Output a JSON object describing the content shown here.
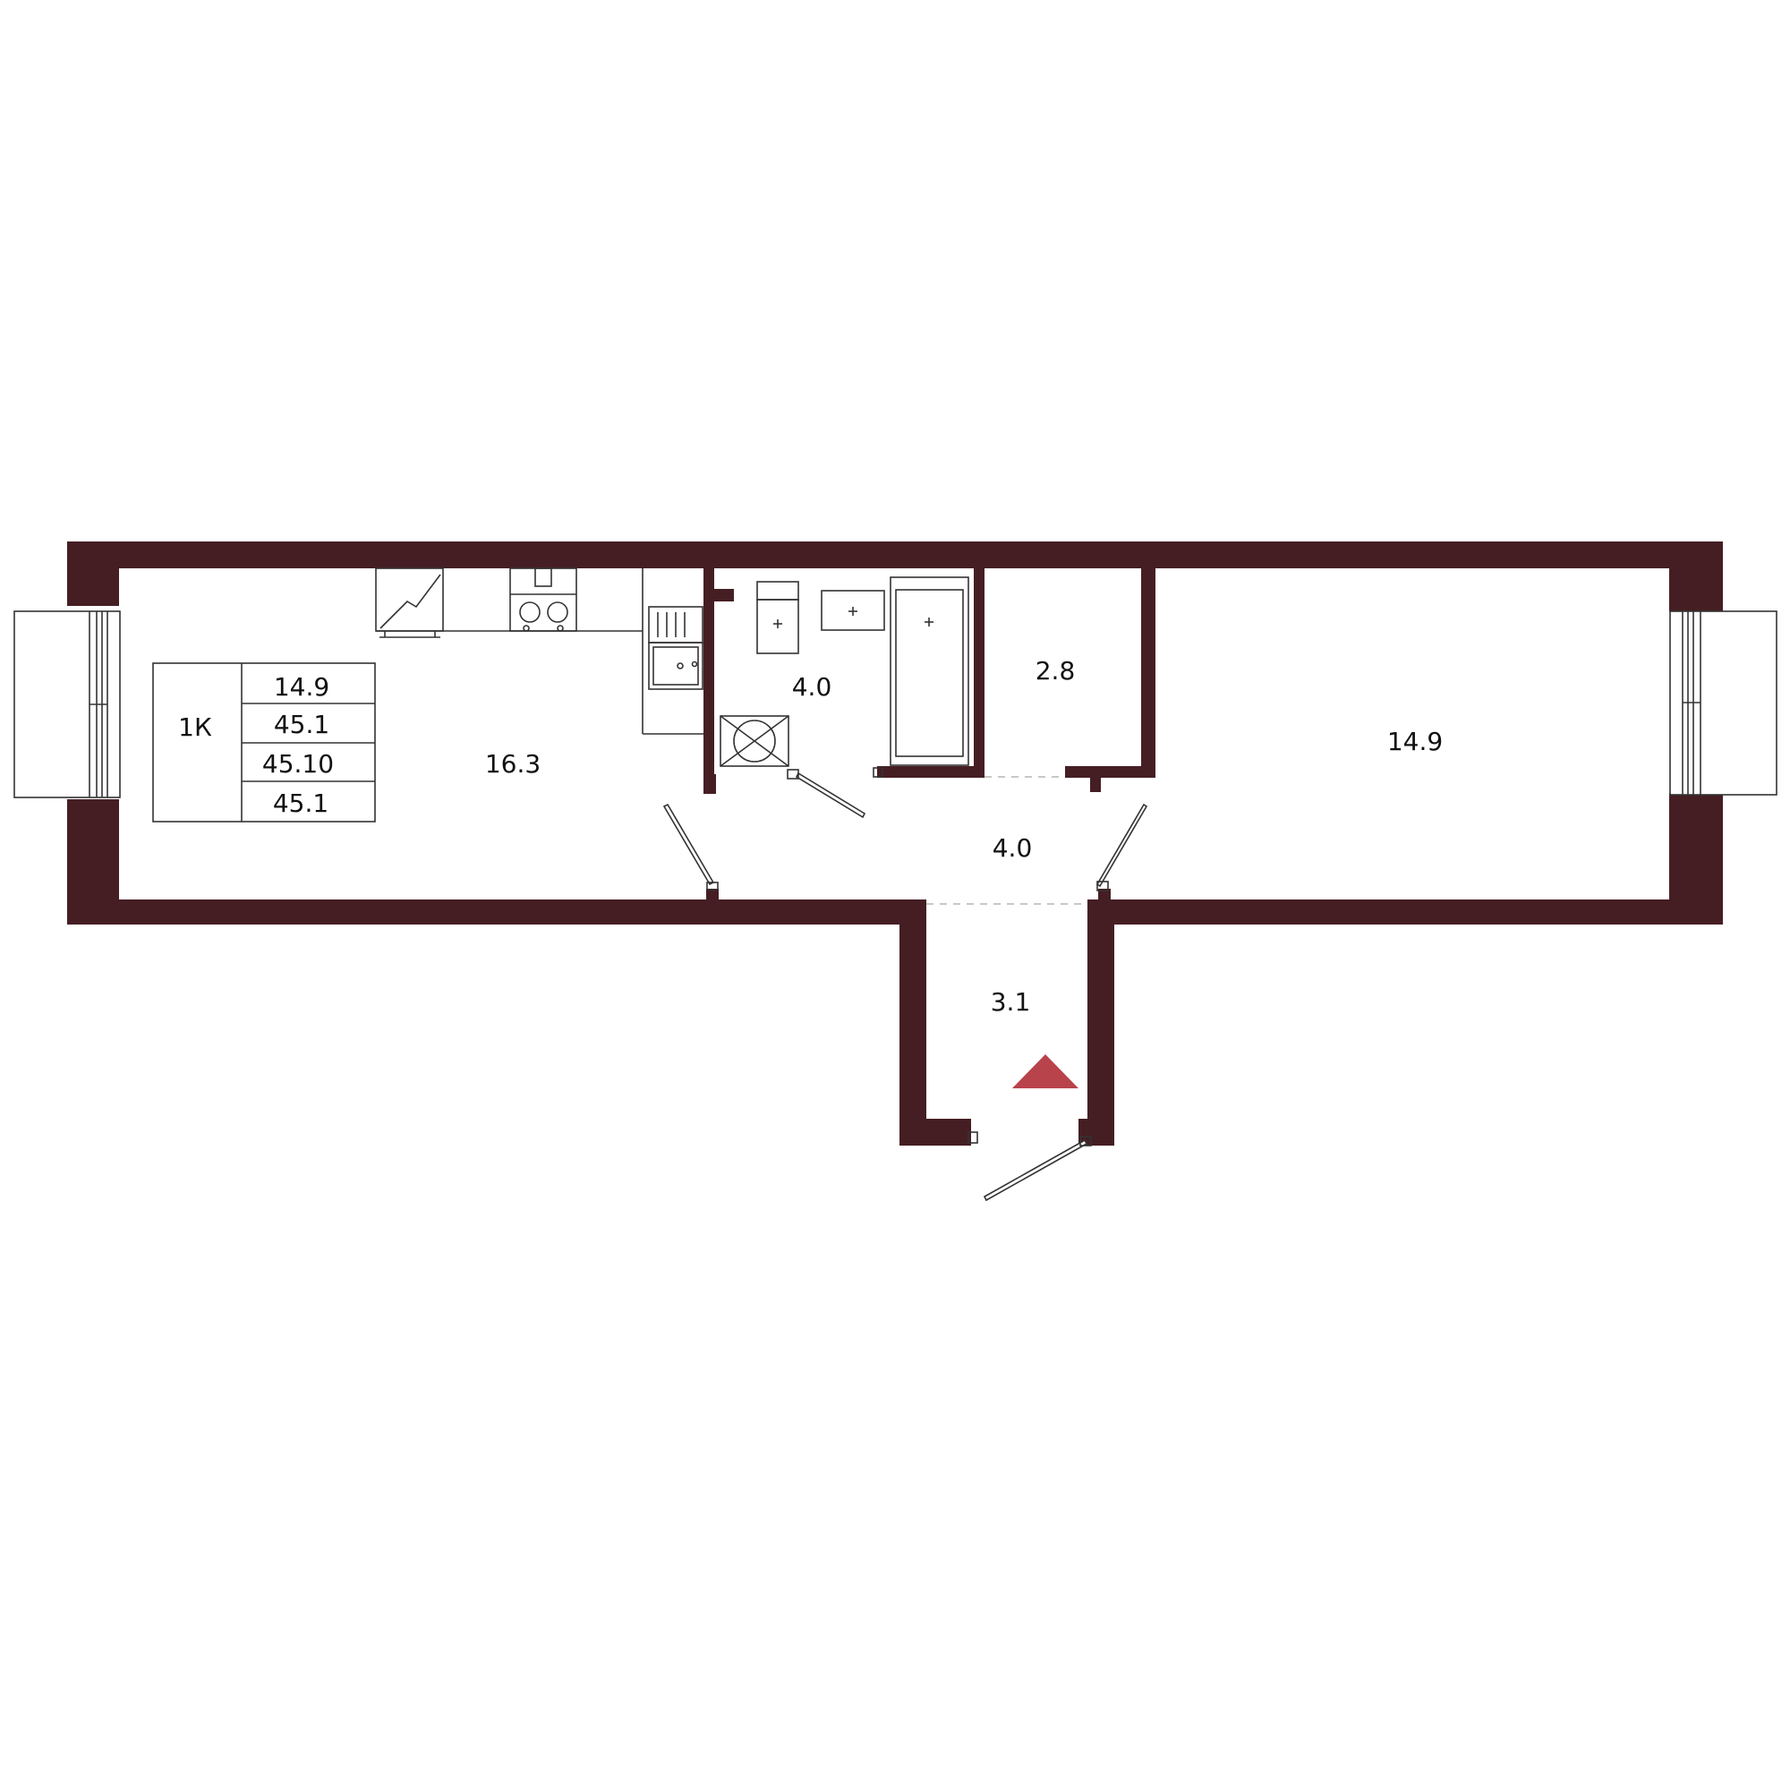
{
  "colors": {
    "wall": "#451e23",
    "entrance_marker": "#b8434b",
    "line": "#333333"
  },
  "summary": {
    "type_label": "1К",
    "values": [
      "14.9",
      "45.1",
      "45.10",
      "45.1"
    ]
  },
  "rooms": {
    "kitchen_living": "16.3",
    "bathroom": "4.0",
    "storage": "2.8",
    "bedroom": "14.9",
    "hallway": "4.0",
    "entry": "3.1"
  },
  "icons": {
    "entrance": "triangle-up-icon",
    "ventilation": "vent-cross-icon"
  }
}
